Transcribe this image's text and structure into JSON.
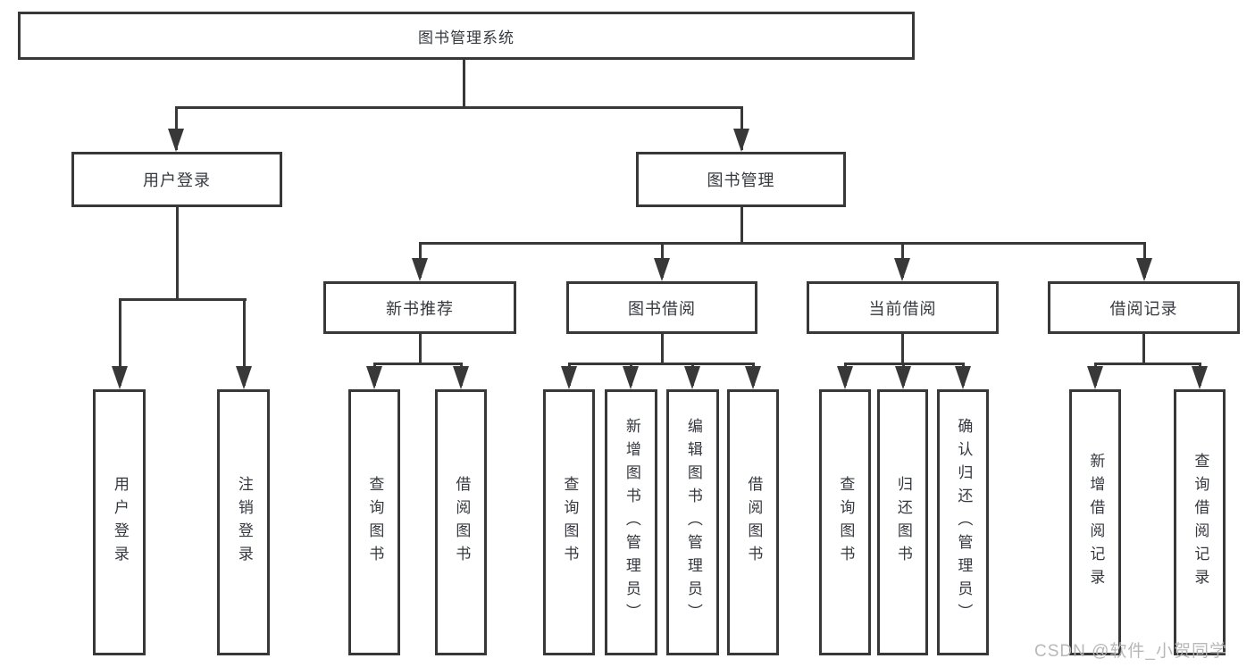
{
  "diagram": {
    "type": "hierarchy-tree",
    "tree": {
      "label": "图书管理系统",
      "children": [
        {
          "label": "用户登录",
          "children": [
            {
              "label": "用户登录"
            },
            {
              "label": "注销登录"
            }
          ]
        },
        {
          "label": "图书管理",
          "children": [
            {
              "label": "新书推荐",
              "children": [
                {
                  "label": "查询图书"
                },
                {
                  "label": "借阅图书"
                }
              ]
            },
            {
              "label": "图书借阅",
              "children": [
                {
                  "label": "查询图书"
                },
                {
                  "label": "新增图书（管理员）"
                },
                {
                  "label": "编辑图书（管理员）"
                },
                {
                  "label": "借阅图书"
                }
              ]
            },
            {
              "label": "当前借阅",
              "children": [
                {
                  "label": "查询图书"
                },
                {
                  "label": "归还图书"
                },
                {
                  "label": "确认归还（管理员）"
                }
              ]
            },
            {
              "label": "借阅记录",
              "children": [
                {
                  "label": "新增借阅记录"
                },
                {
                  "label": "查询借阅记录"
                }
              ]
            }
          ]
        }
      ]
    }
  },
  "watermark": "CSDN @软件_小贺同学",
  "colors": {
    "line": "#383838",
    "node_border": "#383838",
    "text": "#35383f",
    "background": "#ffffff",
    "watermark": "#b4b4b4"
  }
}
